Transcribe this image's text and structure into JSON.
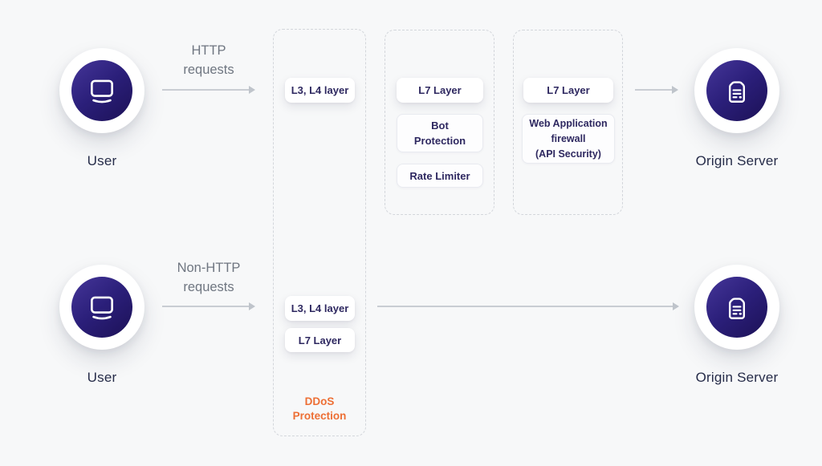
{
  "colors": {
    "background": "#f7f8f9",
    "chip_text": "#2e2860",
    "label_text": "#262c49",
    "muted_text": "#6f7681",
    "accent_orange": "#ed6f35",
    "arrow": "#c9cdd3",
    "dashed_border": "#d3d6db",
    "node_grad_start": "#453699",
    "node_grad_end": "#1c1156"
  },
  "icons": {
    "user": "monitor-icon",
    "origin": "server-icon"
  },
  "top_flow": {
    "user_label": "User",
    "request_label": "HTTP\nrequests",
    "ddos_stage": {
      "chips": [
        "L3, L4 layer"
      ]
    },
    "l7_stage": {
      "chips": [
        "L7 Layer",
        "Bot\nProtection",
        "Rate Limiter"
      ]
    },
    "waf_stage": {
      "chips": [
        "L7 Layer",
        "Web Application\nfirewall\n(API Security)"
      ]
    },
    "origin_label": "Origin Server"
  },
  "bottom_flow": {
    "user_label": "User",
    "request_label": "Non-HTTP\nrequests",
    "ddos_stage": {
      "chips": [
        "L3, L4 layer",
        "L7 Layer"
      ],
      "caption": "DDoS\nProtection"
    },
    "origin_label": "Origin Server"
  }
}
